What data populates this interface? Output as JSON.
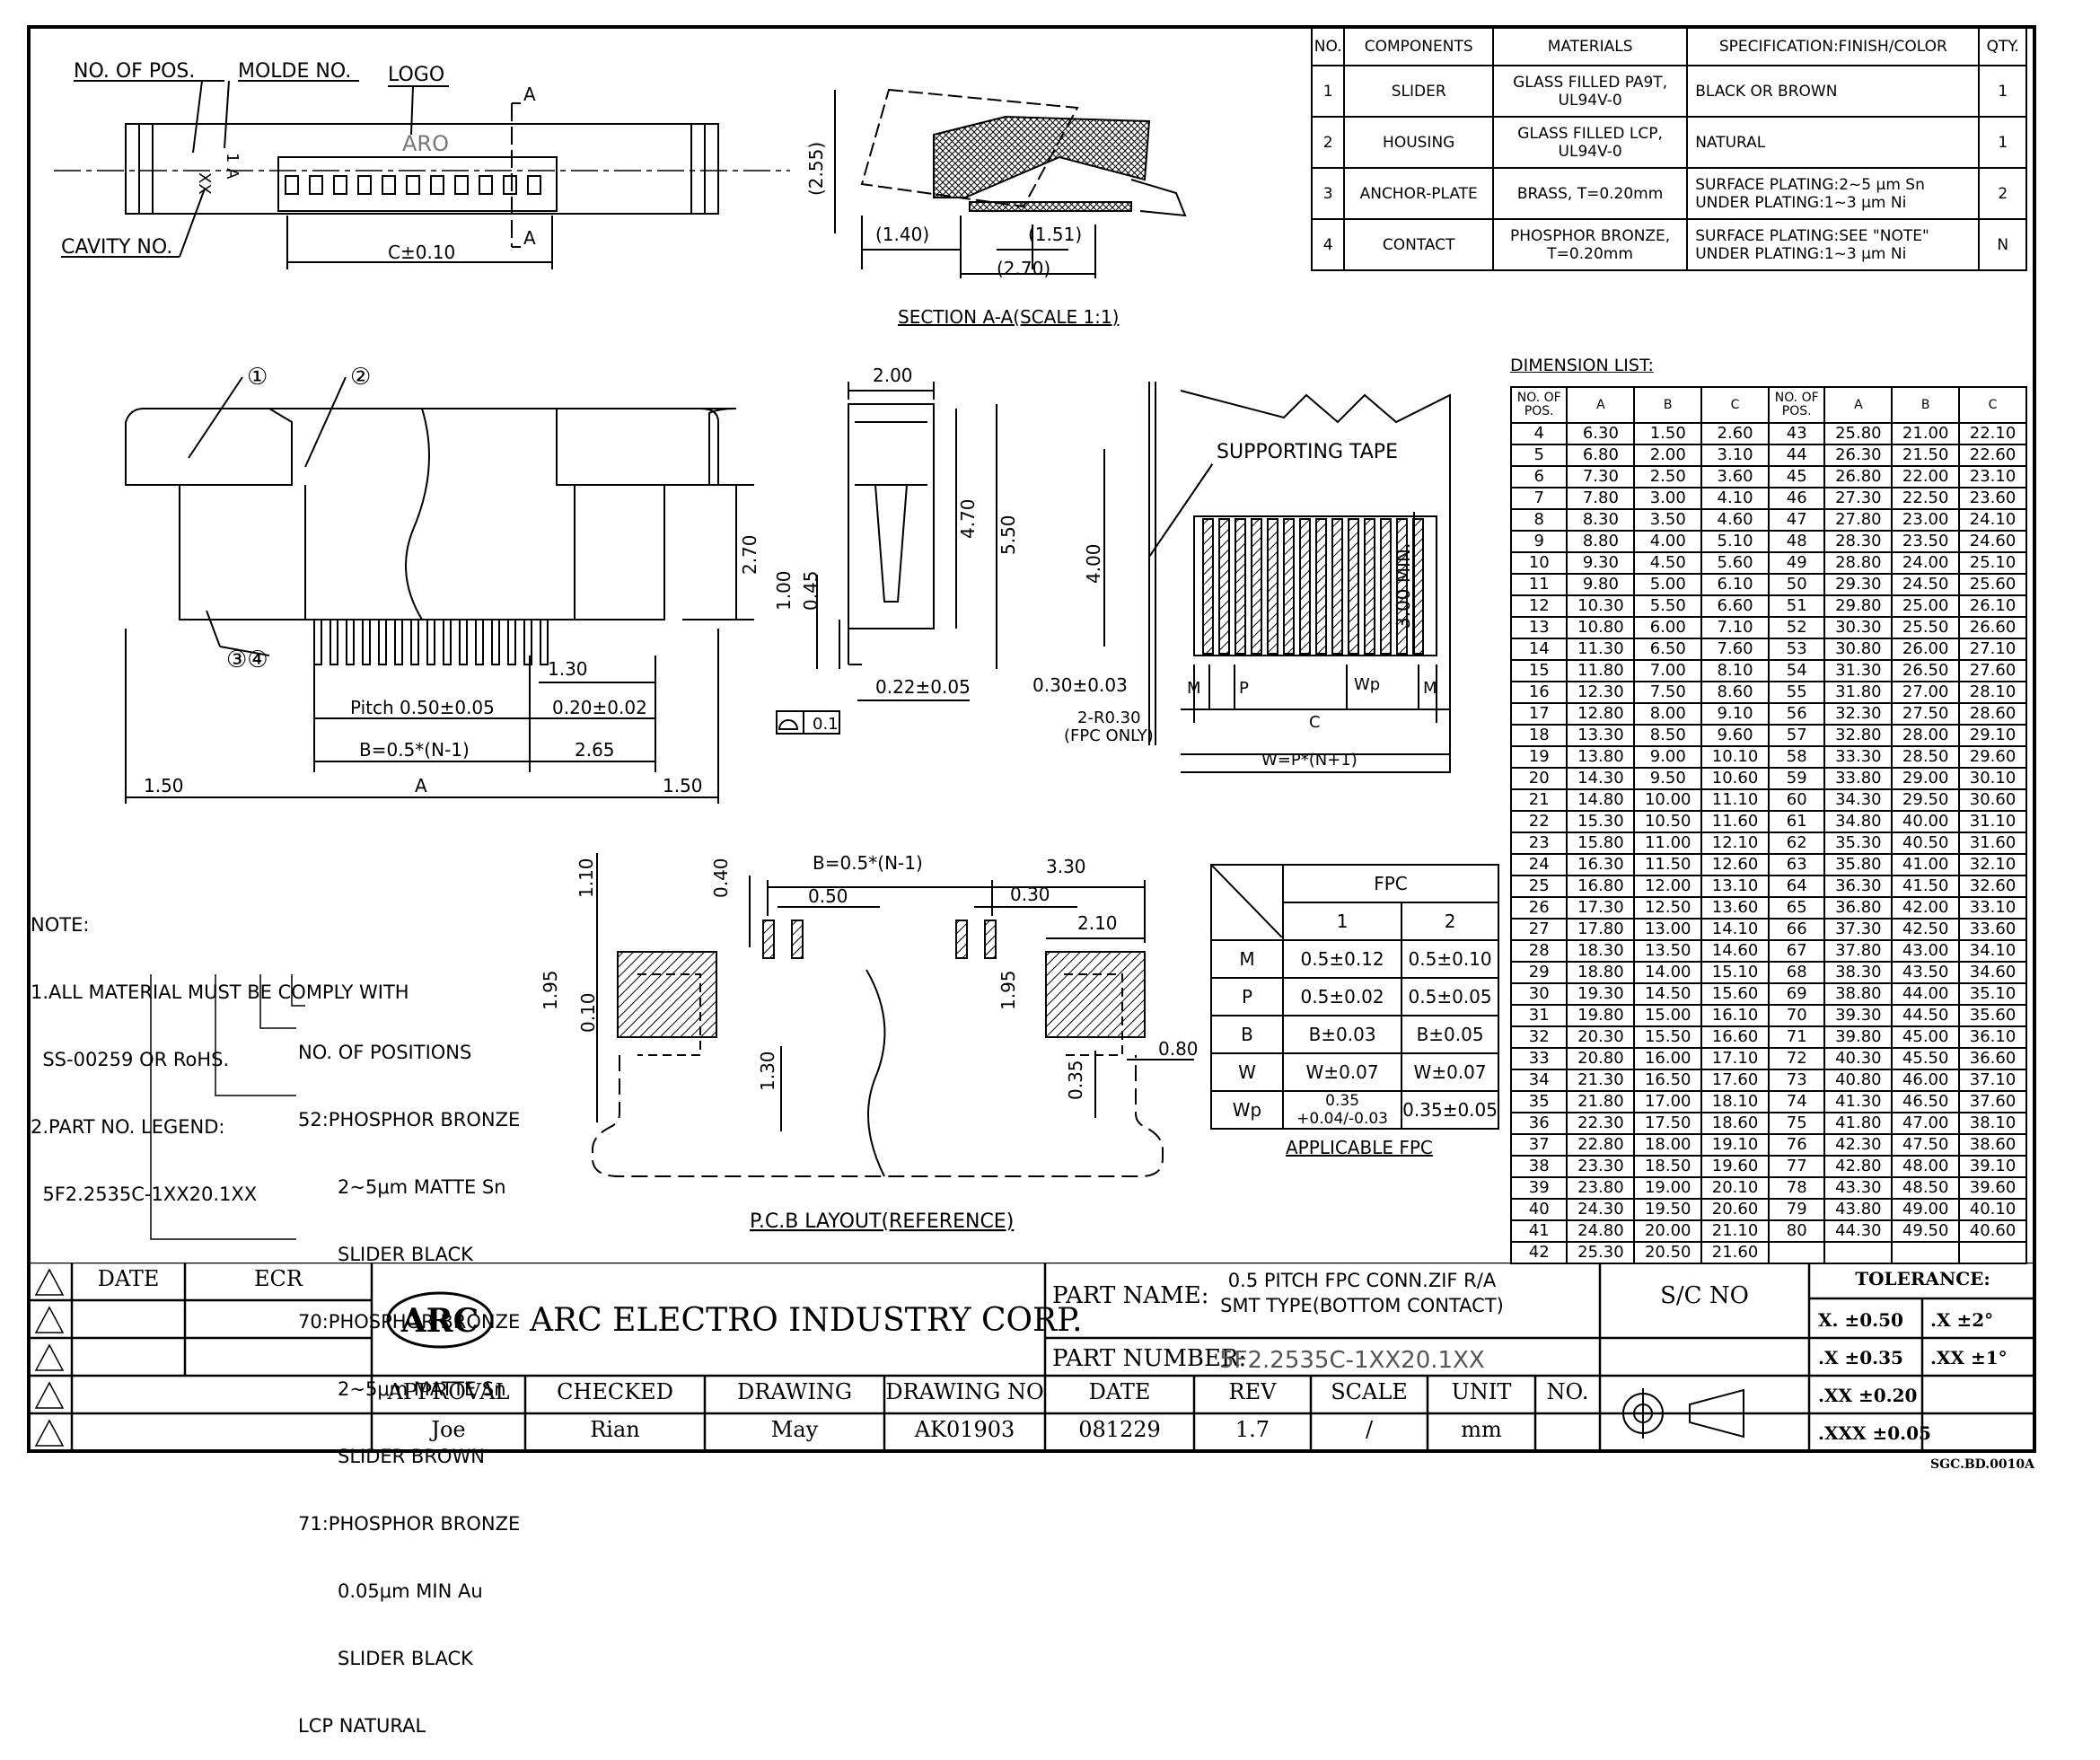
{
  "bom": {
    "headers": [
      "NO.",
      "COMPONENTS",
      "MATERIALS",
      "SPECIFICATION:FINISH/COLOR",
      "QTY."
    ],
    "rows": [
      {
        "no": "1",
        "component": "SLIDER",
        "material": "GLASS FILLED PA9T, UL94V-0",
        "spec": "BLACK OR BROWN",
        "qty": "1"
      },
      {
        "no": "2",
        "component": "HOUSING",
        "material": "GLASS FILLED LCP, UL94V-0",
        "spec": "NATURAL",
        "qty": "1"
      },
      {
        "no": "3",
        "component": "ANCHOR-PLATE",
        "material": "BRASS, T=0.20mm",
        "spec": "SURFACE PLATING:2~5 μm Sn UNDER PLATING:1~3 μm Ni",
        "qty": "2"
      },
      {
        "no": "4",
        "component": "CONTACT",
        "material": "PHOSPHOR BRONZE, T=0.20mm",
        "spec": "SURFACE PLATING:SEE \"NOTE\" UNDER PLATING:1~3 μm Ni",
        "qty": "N"
      }
    ]
  },
  "dimension_list": {
    "title": "DIMENSION LIST:",
    "headers": [
      "NO. OF POS.",
      "A",
      "B",
      "C"
    ],
    "left": [
      [
        "4",
        "6.30",
        "1.50",
        "2.60"
      ],
      [
        "5",
        "6.80",
        "2.00",
        "3.10"
      ],
      [
        "6",
        "7.30",
        "2.50",
        "3.60"
      ],
      [
        "7",
        "7.80",
        "3.00",
        "4.10"
      ],
      [
        "8",
        "8.30",
        "3.50",
        "4.60"
      ],
      [
        "9",
        "8.80",
        "4.00",
        "5.10"
      ],
      [
        "10",
        "9.30",
        "4.50",
        "5.60"
      ],
      [
        "11",
        "9.80",
        "5.00",
        "6.10"
      ],
      [
        "12",
        "10.30",
        "5.50",
        "6.60"
      ],
      [
        "13",
        "10.80",
        "6.00",
        "7.10"
      ],
      [
        "14",
        "11.30",
        "6.50",
        "7.60"
      ],
      [
        "15",
        "11.80",
        "7.00",
        "8.10"
      ],
      [
        "16",
        "12.30",
        "7.50",
        "8.60"
      ],
      [
        "17",
        "12.80",
        "8.00",
        "9.10"
      ],
      [
        "18",
        "13.30",
        "8.50",
        "9.60"
      ],
      [
        "19",
        "13.80",
        "9.00",
        "10.10"
      ],
      [
        "20",
        "14.30",
        "9.50",
        "10.60"
      ],
      [
        "21",
        "14.80",
        "10.00",
        "11.10"
      ],
      [
        "22",
        "15.30",
        "10.50",
        "11.60"
      ],
      [
        "23",
        "15.80",
        "11.00",
        "12.10"
      ],
      [
        "24",
        "16.30",
        "11.50",
        "12.60"
      ],
      [
        "25",
        "16.80",
        "12.00",
        "13.10"
      ],
      [
        "26",
        "17.30",
        "12.50",
        "13.60"
      ],
      [
        "27",
        "17.80",
        "13.00",
        "14.10"
      ],
      [
        "28",
        "18.30",
        "13.50",
        "14.60"
      ],
      [
        "29",
        "18.80",
        "14.00",
        "15.10"
      ],
      [
        "30",
        "19.30",
        "14.50",
        "15.60"
      ],
      [
        "31",
        "19.80",
        "15.00",
        "16.10"
      ],
      [
        "32",
        "20.30",
        "15.50",
        "16.60"
      ],
      [
        "33",
        "20.80",
        "16.00",
        "17.10"
      ],
      [
        "34",
        "21.30",
        "16.50",
        "17.60"
      ],
      [
        "35",
        "21.80",
        "17.00",
        "18.10"
      ],
      [
        "36",
        "22.30",
        "17.50",
        "18.60"
      ],
      [
        "37",
        "22.80",
        "18.00",
        "19.10"
      ],
      [
        "38",
        "23.30",
        "18.50",
        "19.60"
      ],
      [
        "39",
        "23.80",
        "19.00",
        "20.10"
      ],
      [
        "40",
        "24.30",
        "19.50",
        "20.60"
      ],
      [
        "41",
        "24.80",
        "20.00",
        "21.10"
      ],
      [
        "42",
        "25.30",
        "20.50",
        "21.60"
      ]
    ],
    "right": [
      [
        "43",
        "25.80",
        "21.00",
        "22.10"
      ],
      [
        "44",
        "26.30",
        "21.50",
        "22.60"
      ],
      [
        "45",
        "26.80",
        "22.00",
        "23.10"
      ],
      [
        "46",
        "27.30",
        "22.50",
        "23.60"
      ],
      [
        "47",
        "27.80",
        "23.00",
        "24.10"
      ],
      [
        "48",
        "28.30",
        "23.50",
        "24.60"
      ],
      [
        "49",
        "28.80",
        "24.00",
        "25.10"
      ],
      [
        "50",
        "29.30",
        "24.50",
        "25.60"
      ],
      [
        "51",
        "29.80",
        "25.00",
        "26.10"
      ],
      [
        "52",
        "30.30",
        "25.50",
        "26.60"
      ],
      [
        "53",
        "30.80",
        "26.00",
        "27.10"
      ],
      [
        "54",
        "31.30",
        "26.50",
        "27.60"
      ],
      [
        "55",
        "31.80",
        "27.00",
        "28.10"
      ],
      [
        "56",
        "32.30",
        "27.50",
        "28.60"
      ],
      [
        "57",
        "32.80",
        "28.00",
        "29.10"
      ],
      [
        "58",
        "33.30",
        "28.50",
        "29.60"
      ],
      [
        "59",
        "33.80",
        "29.00",
        "30.10"
      ],
      [
        "60",
        "34.30",
        "29.50",
        "30.60"
      ],
      [
        "61",
        "34.80",
        "40.00",
        "31.10"
      ],
      [
        "62",
        "35.30",
        "40.50",
        "31.60"
      ],
      [
        "63",
        "35.80",
        "41.00",
        "32.10"
      ],
      [
        "64",
        "36.30",
        "41.50",
        "32.60"
      ],
      [
        "65",
        "36.80",
        "42.00",
        "33.10"
      ],
      [
        "66",
        "37.30",
        "42.50",
        "33.60"
      ],
      [
        "67",
        "37.80",
        "43.00",
        "34.10"
      ],
      [
        "68",
        "38.30",
        "43.50",
        "34.60"
      ],
      [
        "69",
        "38.80",
        "44.00",
        "35.10"
      ],
      [
        "70",
        "39.30",
        "44.50",
        "35.60"
      ],
      [
        "71",
        "39.80",
        "45.00",
        "36.10"
      ],
      [
        "72",
        "40.30",
        "45.50",
        "36.60"
      ],
      [
        "73",
        "40.80",
        "46.00",
        "37.10"
      ],
      [
        "74",
        "41.30",
        "46.50",
        "37.60"
      ],
      [
        "75",
        "41.80",
        "47.00",
        "38.10"
      ],
      [
        "76",
        "42.30",
        "47.50",
        "38.60"
      ],
      [
        "77",
        "42.80",
        "48.00",
        "39.10"
      ],
      [
        "78",
        "43.30",
        "48.50",
        "39.60"
      ],
      [
        "79",
        "43.80",
        "49.00",
        "40.10"
      ],
      [
        "80",
        "44.30",
        "49.50",
        "40.60"
      ]
    ]
  },
  "fpc": {
    "title": "FPC",
    "cols": [
      "1",
      "2"
    ],
    "rows": [
      {
        "label": "M",
        "c1": "0.5±0.12",
        "c2": "0.5±0.10"
      },
      {
        "label": "P",
        "c1": "0.5±0.02",
        "c2": "0.5±0.05"
      },
      {
        "label": "B",
        "c1": "B±0.03",
        "c2": "B±0.05"
      },
      {
        "label": "W",
        "c1": "W±0.07",
        "c2": "W±0.07"
      },
      {
        "label": "Wp",
        "c1": "0.35 +0.04/-0.03",
        "c2": "0.35±0.05"
      }
    ],
    "caption": "APPLICABLE FPC"
  },
  "notes": {
    "header": "NOTE:",
    "lines": [
      "1.ALL MATERIAL MUST BE COMPLY WITH",
      "  SS-00259 OR RoHS.",
      "2.PART NO. LEGEND:",
      "  5F2.2535C-1XX20.1XX"
    ],
    "legend": [
      "NO. OF POSITIONS",
      "52:PHOSPHOR BRONZE",
      "2~5μm MATTE Sn",
      "SLIDER BLACK",
      "70:PHOSPHOR BRONZE",
      "2~5μm MATTE Sn",
      "SLIDER BROWN",
      "71:PHOSPHOR BRONZE",
      "0.05μm MIN Au",
      "SLIDER BLACK",
      "LCP NATURAL"
    ]
  },
  "drawing_labels": {
    "no_of_pos": "NO. OF POS.",
    "molde_no": "MOLDE NO.",
    "logo": "LOGO",
    "cavity_no": "CAVITY NO.",
    "logo_mark": "ARO",
    "section_a": "A",
    "c_tol": "C±0.10",
    "xx_mark": "XX",
    "a1_mark": "1 A",
    "section_title": "SECTION A-A(SCALE 1:1)",
    "sec_255": "(2.55)",
    "sec_140": "(1.40)",
    "sec_151": "(1.51)",
    "sec_270": "(2.70)",
    "callout_1": "①",
    "callout_2": "②",
    "callout_34": "③④",
    "front_270": "2.70",
    "front_130": "1.30",
    "pitch": "Pitch 0.50±0.05",
    "front_020": "0.20±0.02",
    "b_formula": "B=0.5*(N-1)",
    "front_265": "2.65",
    "front_150a": "1.50",
    "front_a": "A",
    "front_150b": "1.50",
    "side_200": "2.00",
    "side_470": "4.70",
    "side_550": "5.50",
    "side_100": "1.00",
    "side_045": "0.45",
    "side_022": "0.22±0.05",
    "flatness": "0.1",
    "tape": "SUPPORTING TAPE",
    "tape_400": "4.00",
    "tape_300": "3.00 MIN.",
    "tape_030": "0.30±0.03",
    "tape_r030": "2-R0.30",
    "tape_fpc_only": "(FPC ONLY)",
    "tape_m1": "M",
    "tape_p": "P",
    "tape_wp": "Wp",
    "tape_m2": "M",
    "tape_c": "C",
    "tape_w": "W=P*(N+1)",
    "pcb_b": "B=0.5*(N-1)",
    "pcb_330": "3.30",
    "pcb_110": "1.10",
    "pcb_040": "0.40",
    "pcb_050": "0.50",
    "pcb_030": "0.30",
    "pcb_210": "2.10",
    "pcb_195a": "1.95",
    "pcb_010": "0.10",
    "pcb_195b": "1.95",
    "pcb_080": "0.80",
    "pcb_130": "1.30",
    "pcb_035": "0.35",
    "pcb_title": "P.C.B LAYOUT(REFERENCE)"
  },
  "title_block": {
    "date_h": "DATE",
    "ecr_h": "ECR",
    "company_logo": "ARC",
    "company": "ARC ELECTRO INDUSTRY CORP.",
    "part_name_label": "PART NAME:",
    "part_name_1": "0.5 PITCH FPC CONN.ZIF R/A",
    "part_name_2": "SMT TYPE(BOTTOM CONTACT)",
    "part_number_label": "PART NUMBER:",
    "part_number": "5F2.2535C-1XX20.1XX",
    "sc_no": "S/C NO",
    "tolerance": "TOLERANCE:",
    "tol": [
      "X. ±0.50",
      ".X ±2°",
      ".X ±0.35",
      ".XX ±1°",
      ".XX ±0.20",
      ".XXX ±0.05"
    ],
    "headers": [
      "APPROVAL",
      "CHECKED",
      "DRAWING",
      "DRAWING NO",
      "DATE",
      "REV",
      "SCALE",
      "UNIT",
      "NO."
    ],
    "values": [
      "Joe",
      "Rian",
      "May",
      "AK01903",
      "081229",
      "1.7",
      "/",
      "mm",
      ""
    ],
    "form_code": "SGC.BD.0010A"
  }
}
